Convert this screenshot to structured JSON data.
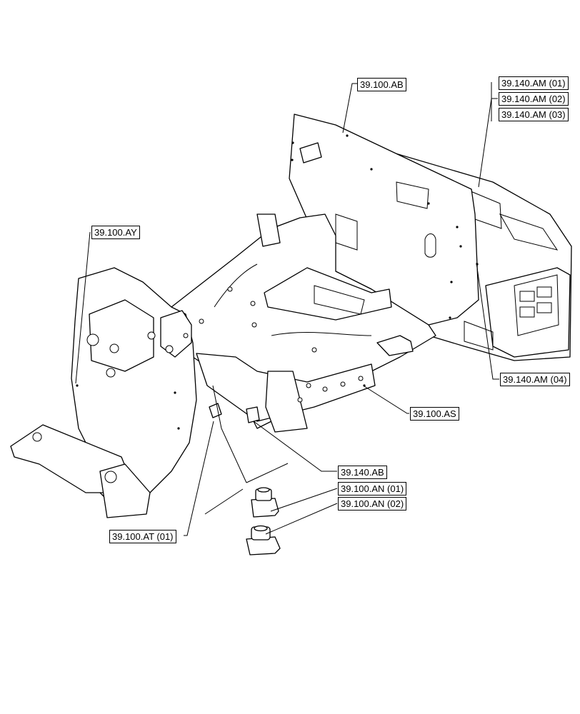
{
  "diagram": {
    "callouts": {
      "ab": "39.100.AB",
      "am01": "39.140.AM (01)",
      "am02": "39.140.AM (02)",
      "am03": "39.140.AM (03)",
      "ay": "39.100.AY",
      "am04": "39.140.AM (04)",
      "as": "39.100.AS",
      "cab": "39.140.AB",
      "an01": "39.100.AN (01)",
      "an02": "39.100.AN (02)",
      "at01": "39.100.AT (01)"
    }
  }
}
